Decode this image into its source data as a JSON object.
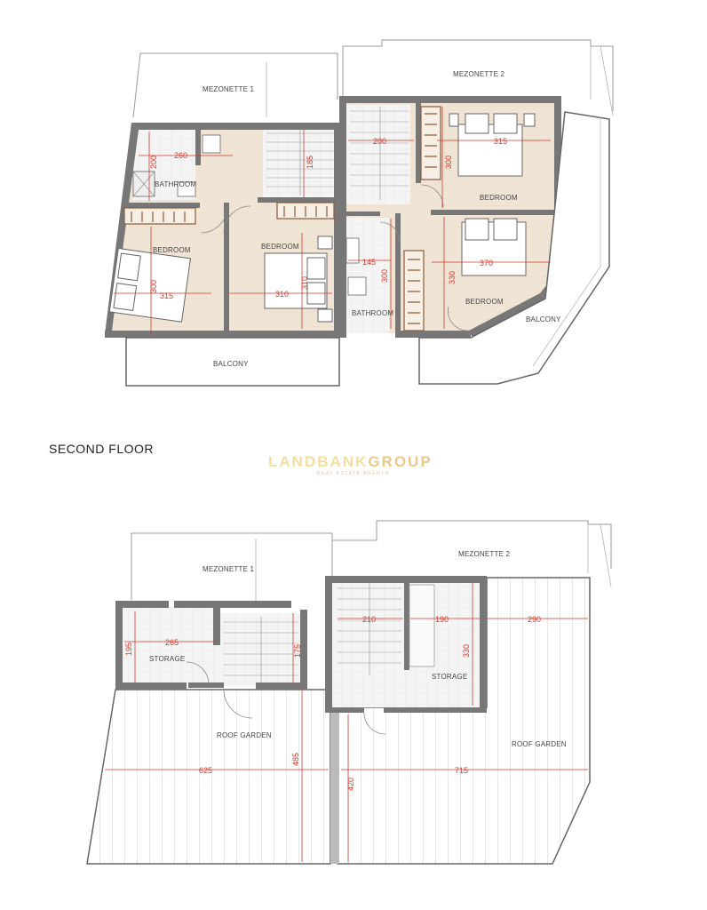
{
  "floor_title": "SECOND FLOOR",
  "logo": {
    "part1": "LANDBANK",
    "part2": "GROUP",
    "tagline": "REAL ESTATE AGENTS"
  },
  "colors": {
    "wall": "#6e6e6e",
    "floor_wood": "#efe3d4",
    "dimension": "#d23a2c",
    "outline": "#9a9a9a"
  },
  "upper_plan": {
    "mezonette1": "MEZONETTE 1",
    "mezonette2": "MEZONETTE 2",
    "rooms": {
      "bathroom_left": "BATHROOM",
      "bedroom_left": "BEDROOM",
      "bedroom_mid": "BEDROOM",
      "bedroom_right_top": "BEDROOM",
      "bathroom_right": "BATHROOM",
      "bedroom_right_bottom": "BEDROOM",
      "balcony_left": "BALCONY",
      "balcony_right": "BALCONY"
    },
    "dims": {
      "d260": "260",
      "d200a": "200",
      "d185": "185",
      "d315a": "315",
      "d300a": "300",
      "d310a": "310",
      "d310b": "310",
      "d200b": "200",
      "d315b": "315",
      "d300b": "300",
      "d145": "145",
      "d300c": "300",
      "d330": "330",
      "d370": "370"
    }
  },
  "lower_plan": {
    "mezonette1": "MEZONETTE 1",
    "mezonette2": "MEZONETTE 2",
    "rooms": {
      "storage_left": "STORAGE",
      "storage_right": "STORAGE",
      "roof_garden_left": "ROOF GARDEN",
      "roof_garden_right": "ROOF GARDEN"
    },
    "dims": {
      "d265": "265",
      "d195": "195",
      "d175": "175",
      "d210": "210",
      "d190": "190",
      "d290": "290",
      "d330": "330",
      "d625": "625",
      "d485": "485",
      "d715": "715",
      "d420": "420"
    }
  }
}
